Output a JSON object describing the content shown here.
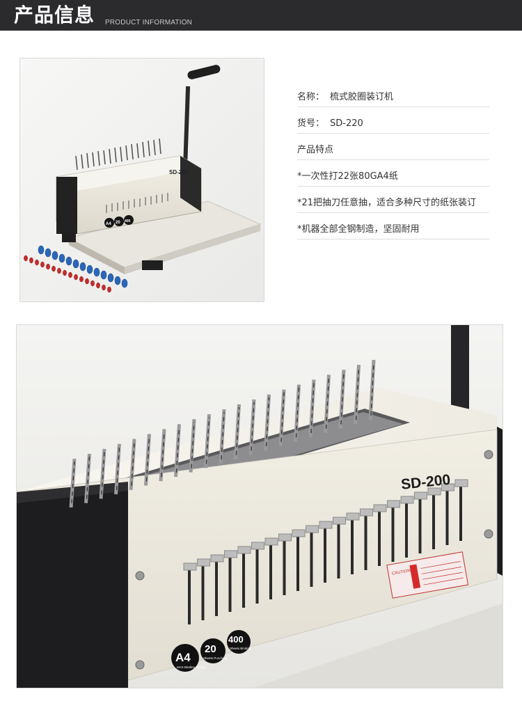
{
  "header": {
    "title_cn": "产品信息",
    "title_en": "PRODUCT INFORMATION"
  },
  "product_image": {
    "model_label": "SD-200",
    "badge_a4": "A4",
    "badge_20": "20",
    "badge_400": "400"
  },
  "info": {
    "name_label": "名称：",
    "name_value": "梳式胶圈装订机",
    "item_label": "货号：",
    "item_value": "SD-220",
    "features_heading": "产品特点",
    "features": [
      "*一次性打22张80GA4纸",
      "*21把抽刀任意抽，适合多种尺寸的纸张装订",
      "*机器全部全钢制造，坚固耐用"
    ]
  },
  "detail_image": {
    "model_label": "SD-200",
    "badge_a4": "A4",
    "badge_a4_sub": "MAX Binding Length",
    "badge_20": "20",
    "badge_20_sub": "Sheets Punching",
    "badge_400": "400",
    "badge_400_sub": "Sheets Binding",
    "caution_text": "CAUTION",
    "colors": {
      "body": "#ece9df",
      "black": "#1d1d1f",
      "metal": "#b9b9b9"
    }
  }
}
